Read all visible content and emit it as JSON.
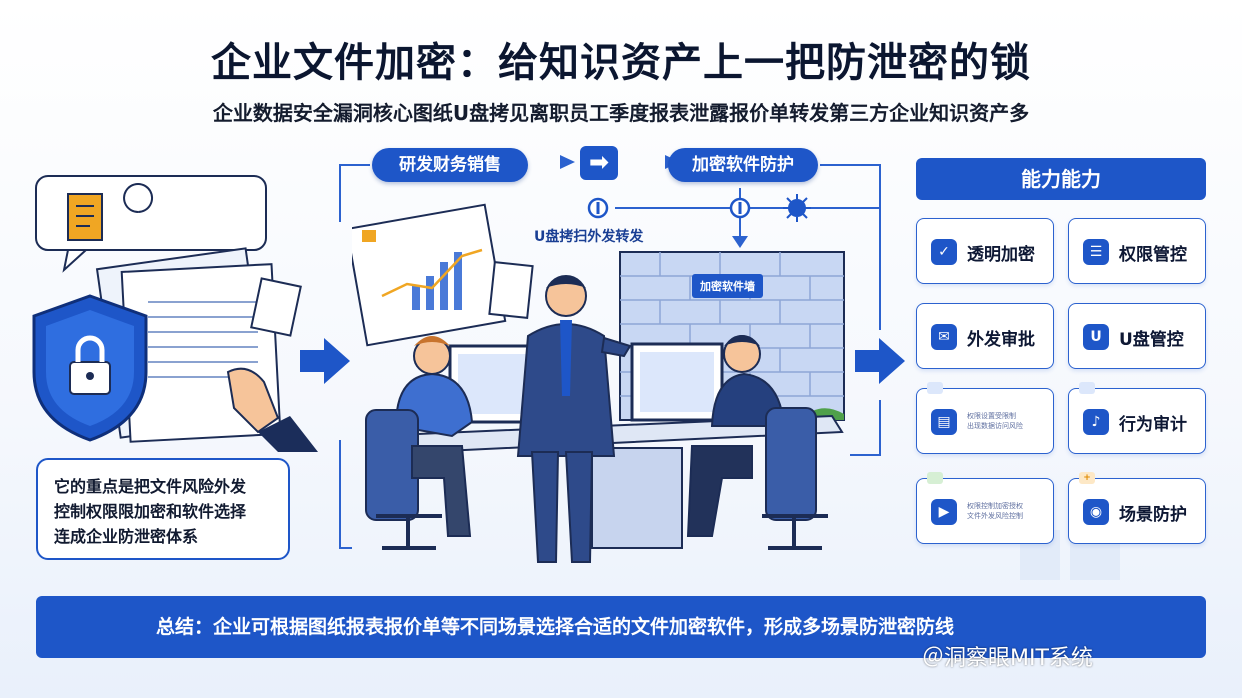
{
  "title": "企业文件加密：给知识资产上一把防泄密的锁",
  "subtitle": "企业数据安全漏洞核心图纸U盘拷见离职员工季度报表泄露报价单转发第三方企业知识资产多",
  "flow": {
    "dept_label": "研发财务销售",
    "arrow_glyph": "➡",
    "protect_label": "加密软件防护",
    "leak_label": "U盘拷扫外发转发",
    "wall_label": "加密软件墙"
  },
  "callout": {
    "line1": "它的重点是把文件风险外发",
    "line2": "控制权限限加密和软件选择",
    "line3": "连成企业防泄密体系"
  },
  "capabilities": {
    "header": "能力能力",
    "items": [
      {
        "label": "透明加密",
        "icon": "check-shield"
      },
      {
        "label": "权限管控",
        "icon": "list"
      },
      {
        "label": "外发审批",
        "icon": "chat"
      },
      {
        "label": "U盘管控",
        "icon": "usb"
      },
      {
        "label": "",
        "icon": "doc",
        "tag": "",
        "tiny1": "权限设置受限制",
        "tiny2": "出现数据访问风险"
      },
      {
        "label": "行为审计",
        "icon": "mic"
      },
      {
        "label": "",
        "icon": "play",
        "tag": "",
        "tiny1": "权限控制加密授权",
        "tiny2": "文件外发风险控制"
      },
      {
        "label": "场景防护",
        "icon": "location",
        "tag": "+"
      }
    ]
  },
  "summary": "总结：企业可根据图纸报表报价单等不同场景选择合适的文件加密软件，形成多场景防泄密防线",
  "watermark": "＠洞察眼MIT系统",
  "colors": {
    "accent": "#1e56c8",
    "dark": "#0b1630",
    "light": "#e9f0fb"
  }
}
